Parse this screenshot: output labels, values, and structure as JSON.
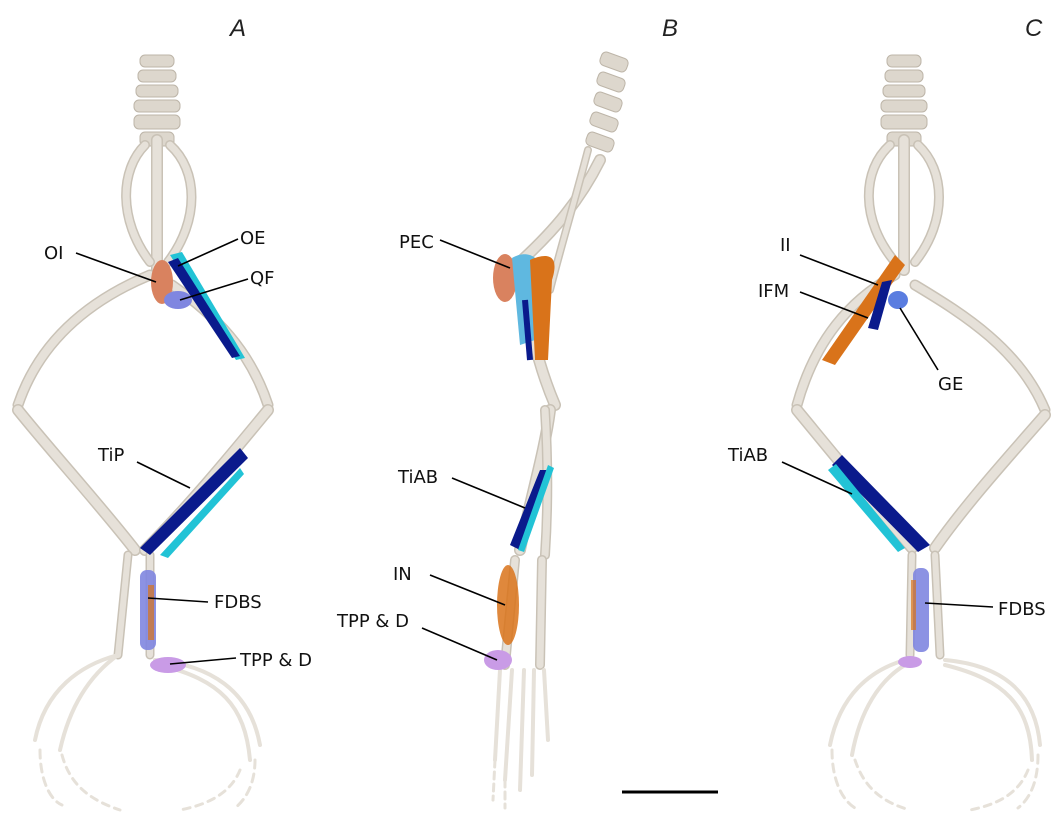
{
  "panels": {
    "A": {
      "letter": "A",
      "labels": {
        "oi": "OI",
        "oe": "OE",
        "qf": "QF",
        "tip": "TiP",
        "fdbs": "FDBS",
        "tppd": "TPP & D"
      }
    },
    "B": {
      "letter": "B",
      "labels": {
        "pec": "PEC",
        "tiab": "TiAB",
        "in": "IN",
        "tppd": "TPP & D"
      }
    },
    "C": {
      "letter": "C",
      "labels": {
        "ii": "II",
        "ifm": "IFM",
        "ge": "GE",
        "tiab": "TiAB",
        "fdbs": "FDBS"
      }
    }
  },
  "colors": {
    "bone": "#e6e1d9",
    "navy_muscle": "#0a1a8c",
    "cyan_muscle": "#22c3d6",
    "orange_muscle": "#d9731a",
    "salmon_muscle": "#d9825f",
    "periwinkle_muscle": "#7f86e0",
    "lilac_muscle": "#c99be6",
    "light_blue_muscle": "#5fb8e0"
  },
  "scale_bar": {
    "label": ""
  }
}
